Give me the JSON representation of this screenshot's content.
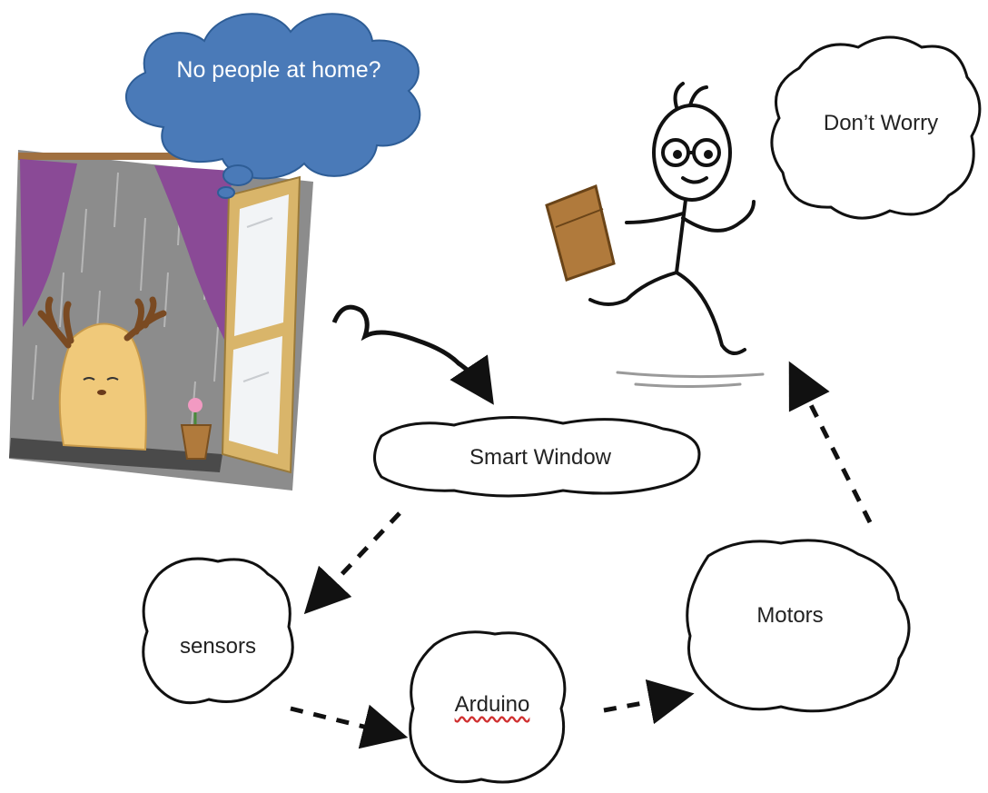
{
  "thought_bubble": {
    "text": "No people at home?",
    "fill": "#4a7ab8"
  },
  "nodes": {
    "dont_worry": "Don’t Worry",
    "smart_window": "Smart Window",
    "sensors": "sensors",
    "arduino": "Arduino",
    "motors": "Motors"
  },
  "colors": {
    "curtain": "#8a4a96",
    "window_frame": "#d9b56a",
    "moose": "#f0c97a",
    "rain_bg": "#8c8c8c",
    "briefcase": "#b07a3c"
  },
  "icons": [
    "moose-at-window-illustration",
    "running-stick-man-with-briefcase"
  ]
}
